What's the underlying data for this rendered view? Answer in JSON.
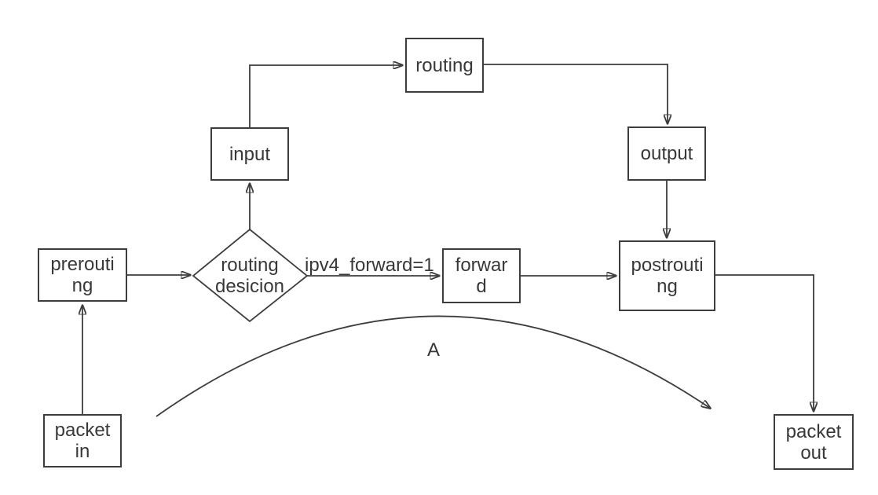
{
  "colors": {
    "stroke": "#3d3d3d",
    "text": "#383838",
    "background": "#ffffff"
  },
  "nodes": {
    "packet_in": {
      "line1": "packet",
      "line2": "in"
    },
    "prerouting": {
      "line1": "prerouti",
      "line2": "ng"
    },
    "routing_decision": {
      "line1": "routing",
      "line2": "desicion"
    },
    "input": {
      "line1": "input"
    },
    "routing": {
      "line1": "routing"
    },
    "output": {
      "line1": "output"
    },
    "forward": {
      "line1": "forwar",
      "line2": "d"
    },
    "postrouting": {
      "line1": "postrouti",
      "line2": "ng"
    },
    "packet_out": {
      "line1": "packet",
      "line2": "out"
    }
  },
  "edge_labels": {
    "forward_condition": "ipv4_forward=1",
    "bypass_curve": "A"
  }
}
